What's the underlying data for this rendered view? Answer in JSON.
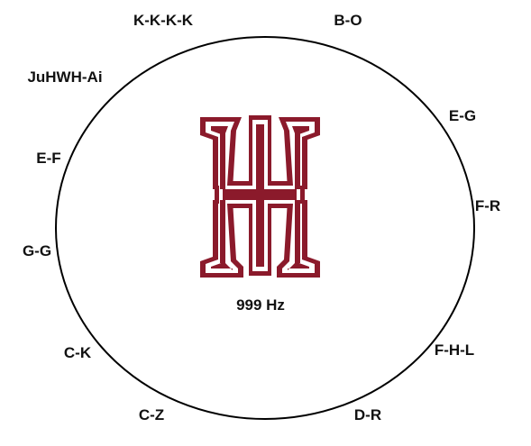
{
  "colors": {
    "background": "#ffffff",
    "circle_stroke": "#000000",
    "emblem_fill": "#8b1a2b",
    "emblem_stroke": "#ffffff",
    "text": "#111111"
  },
  "emblem": {
    "icon": "zhe-glyph-emblem-icon"
  },
  "center_label": "999 Hz",
  "ring_labels": [
    "K-K-K-K",
    "B-O",
    "JuHWH-Ai",
    "E-G",
    "E-F",
    "F-R",
    "G-G",
    "C-K",
    "F-H-L",
    "C-Z",
    "D-R"
  ]
}
